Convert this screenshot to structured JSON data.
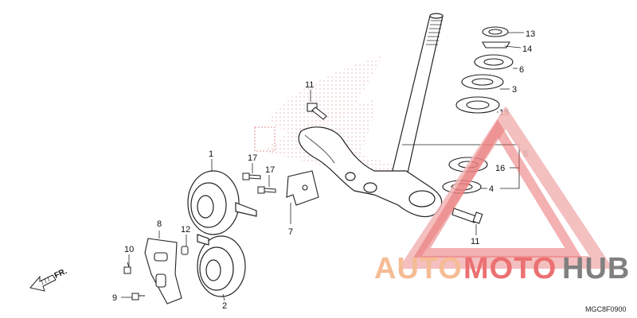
{
  "diagram": {
    "callouts": [
      {
        "id": "1",
        "label": "1"
      },
      {
        "id": "2",
        "label": "2"
      },
      {
        "id": "3",
        "label": "3"
      },
      {
        "id": "4",
        "label": "4"
      },
      {
        "id": "5",
        "label": "5"
      },
      {
        "id": "6",
        "label": "6"
      },
      {
        "id": "7",
        "label": "7"
      },
      {
        "id": "8",
        "label": "8"
      },
      {
        "id": "9",
        "label": "9"
      },
      {
        "id": "10",
        "label": "10"
      },
      {
        "id": "11a",
        "label": "11"
      },
      {
        "id": "11b",
        "label": "11"
      },
      {
        "id": "12",
        "label": "12"
      },
      {
        "id": "13",
        "label": "13"
      },
      {
        "id": "14",
        "label": "14"
      },
      {
        "id": "15",
        "label": "15"
      },
      {
        "id": "16",
        "label": "16"
      },
      {
        "id": "17a",
        "label": "17"
      },
      {
        "id": "17b",
        "label": "17"
      }
    ],
    "direction_label": "FR.",
    "diagram_code": "MGC8F0900"
  },
  "watermark": {
    "text_auto": "AUTO",
    "text_moto": "MOTO",
    "text_hub": "HUB",
    "colors": {
      "orange": "#f4b183",
      "red": "#e8585a",
      "gray": "#6b6b6b"
    }
  }
}
